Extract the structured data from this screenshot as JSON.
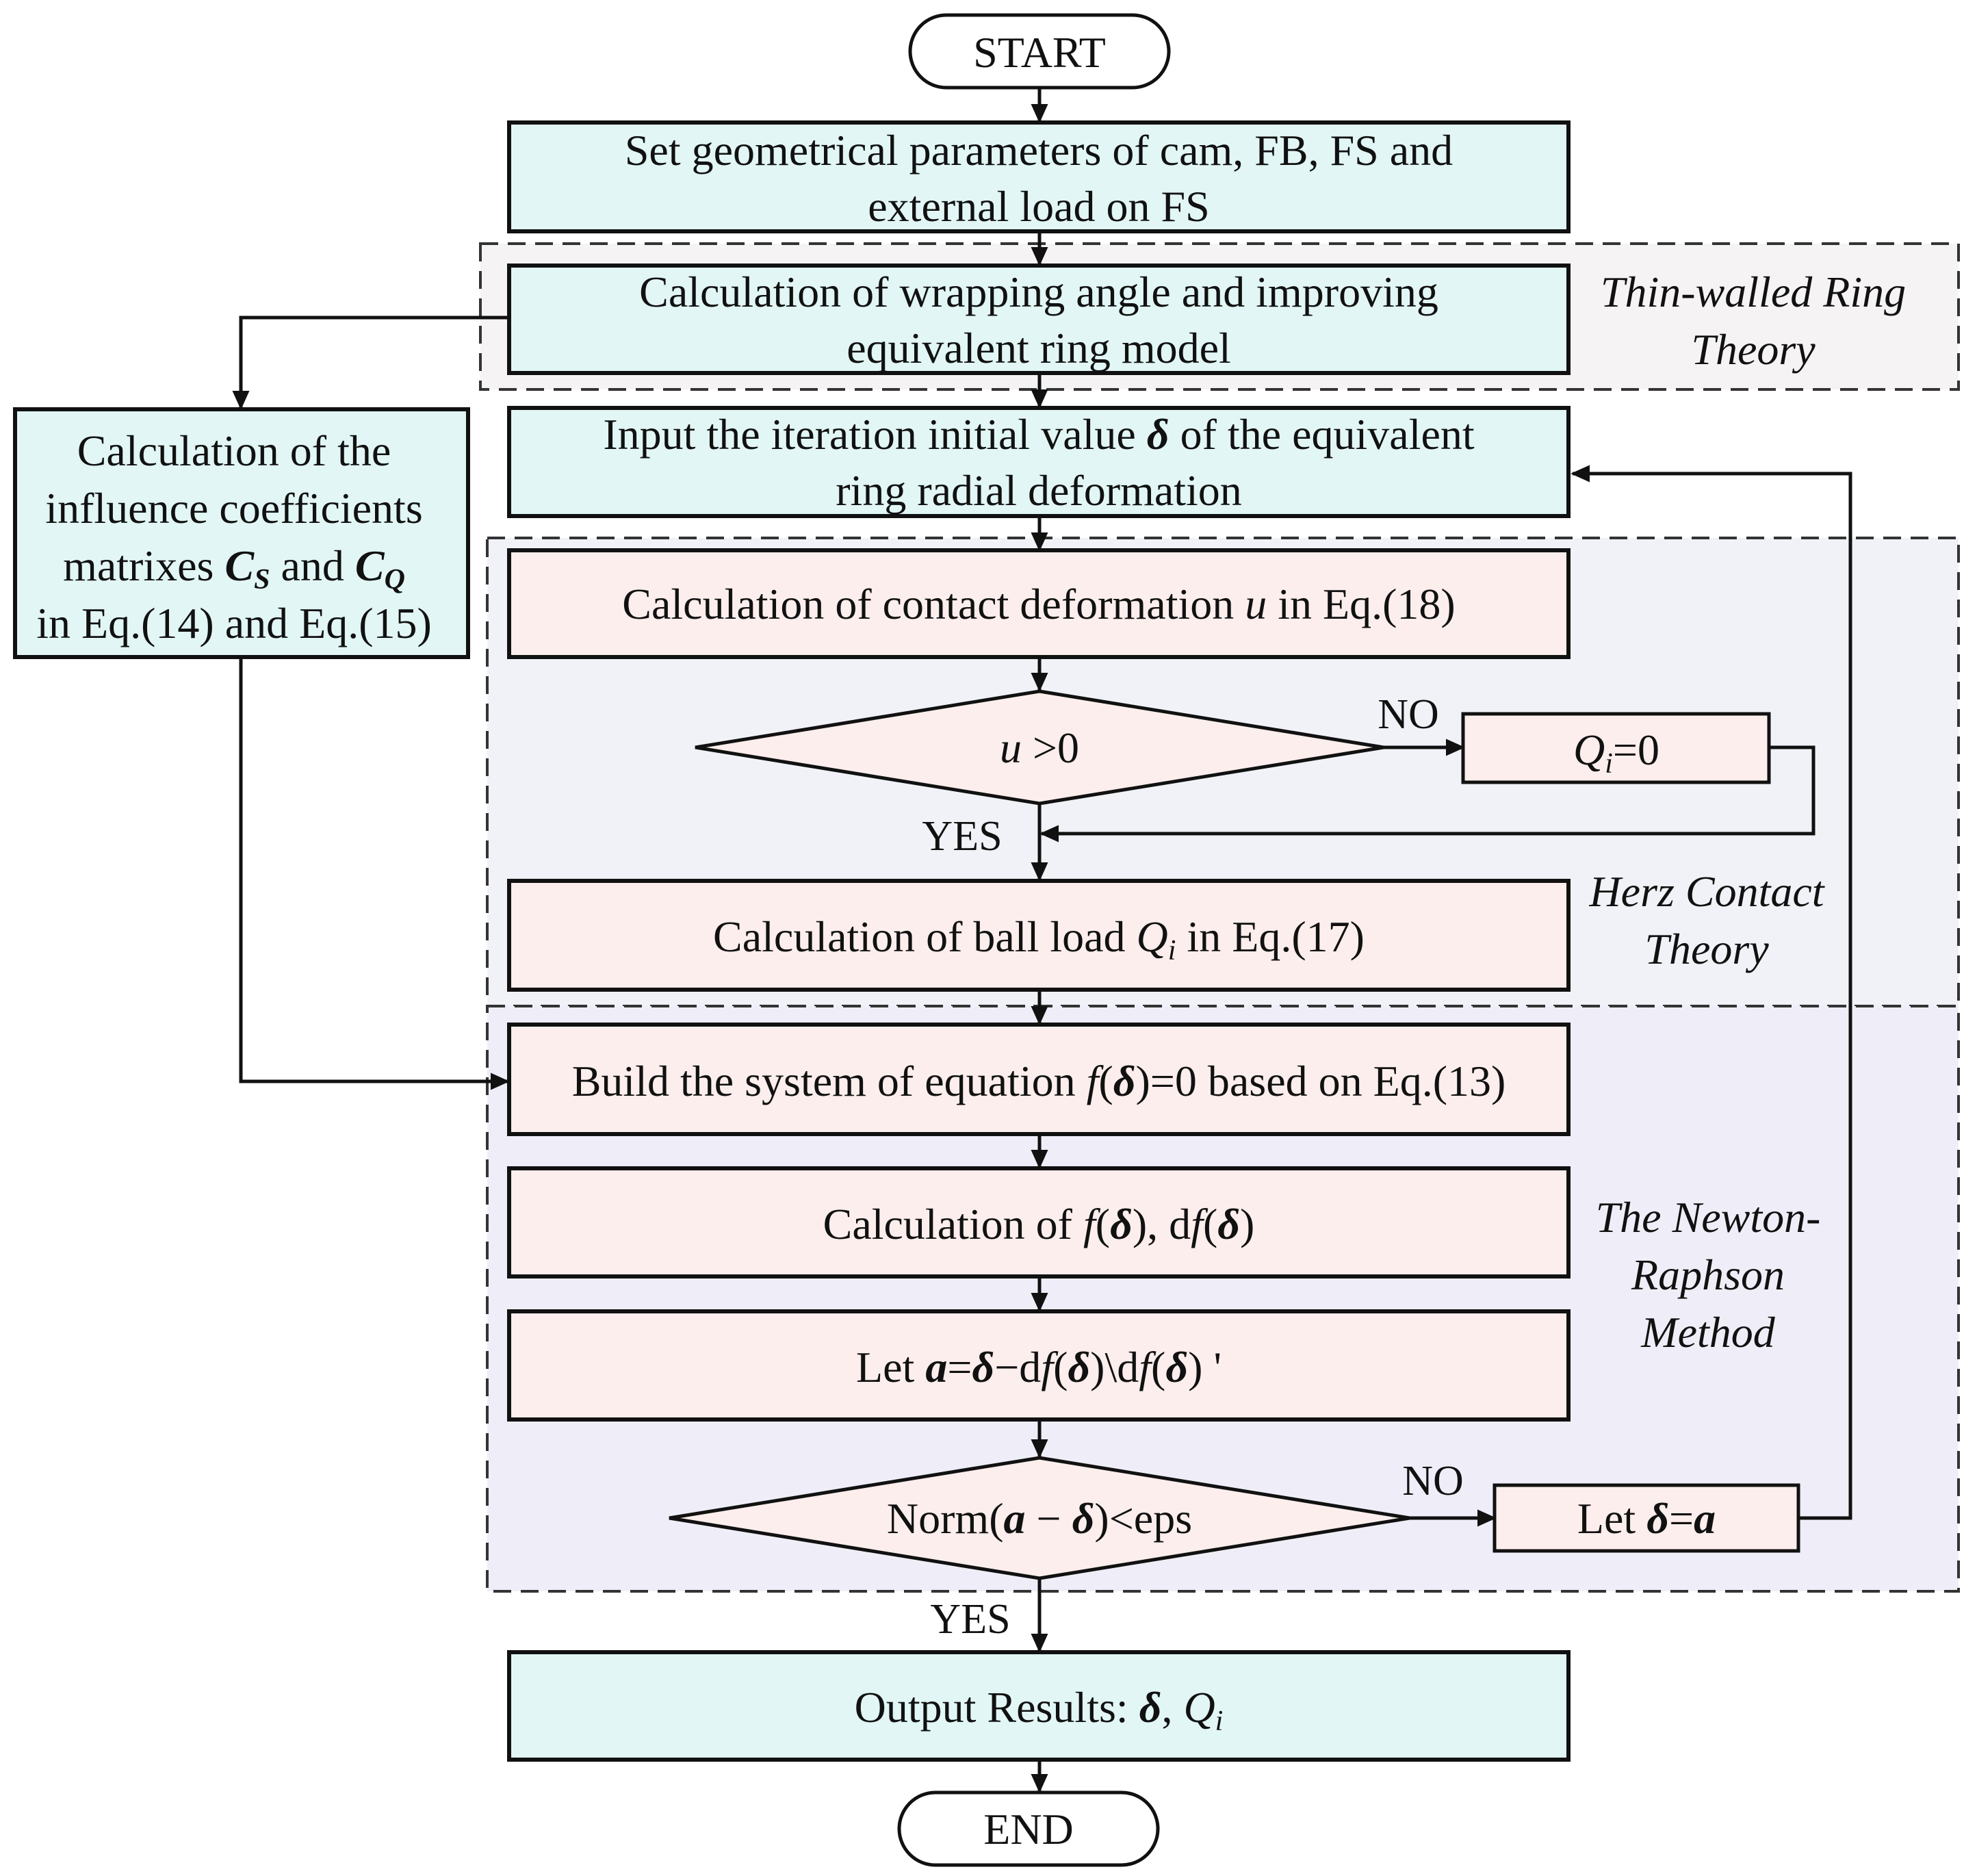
{
  "nodes": {
    "start": "START",
    "set_params": {
      "line1": "Set  geometrical parameters of cam, FB, FS and",
      "line2": "external load on FS"
    },
    "wrap_angle": {
      "line1": "Calculation of wrapping angle and improving",
      "line2": "equivalent ring model"
    },
    "input_initial": {
      "line1_a": "Input the iteration initial value ",
      "delta": "δ",
      "line1_b": " of the equivalent",
      "line2": "ring radial deformation"
    },
    "influence": {
      "line1": "Calculation of the",
      "line2": "influence coefficients",
      "line3_a": "matrixes ",
      "cs": "C",
      "cs_sub": "S",
      "line3_b": " and ",
      "cq": "C",
      "cq_sub": "Q",
      "line4": "in Eq.(14) and Eq.(15)"
    },
    "contact_def": {
      "a": "Calculation of contact deformation ",
      "u": "u",
      "b": " in Eq.(18)"
    },
    "decision_u": {
      "u": "u",
      "rest": " >0"
    },
    "qi_zero": {
      "q": "Q",
      "sub": "i",
      "rest": "=0"
    },
    "ball_load": {
      "a": "Calculation of ball load ",
      "q": "Q",
      "sub": "i",
      "b": " in Eq.(17)"
    },
    "build_system": {
      "a": "Build the system of equation ",
      "f": "f",
      "p1": "(",
      "delta": "δ",
      "p2": ")=0 based on Eq.(13)"
    },
    "calc_f": {
      "a": "Calculation of ",
      "f1": "f",
      "p1": "(",
      "d1": "δ",
      "p2": "), d",
      "f2": "f",
      "p3": "(",
      "d2": "δ",
      "p4": ")"
    },
    "let_a": {
      "a": "Let ",
      "av": "a",
      "eq": "=",
      "d1": "δ",
      "m": "−d",
      "f1": "f",
      "p1": "(",
      "d2": "δ",
      "p2": ")\\d",
      "f2": "f",
      "p3": "(",
      "d3": "δ",
      "p4": ") '"
    },
    "decision_norm": {
      "a": "Norm(",
      "av": "a",
      "m": " − ",
      "d": "δ",
      "b": ")<eps"
    },
    "let_delta": {
      "a": "Let ",
      "d": "δ",
      "eq": "=",
      "av": "a"
    },
    "output": {
      "a": "Output Results: ",
      "d": "δ",
      "c": ", ",
      "q": "Q",
      "sub": "i"
    },
    "end": "END"
  },
  "edge_labels": {
    "no1": "NO",
    "yes1": "YES",
    "no2": "NO",
    "yes2": "YES"
  },
  "group_labels": {
    "thin_walled": {
      "line1": "Thin-walled Ring",
      "line2": "Theory"
    },
    "herz": {
      "line1": "Herz Contact",
      "line2": "Theory"
    },
    "newton": {
      "line1": "The Newton-",
      "line2": "Raphson",
      "line3": "Method"
    }
  },
  "colors": {
    "teal_fill": "#e1f6f5",
    "pink_fill": "#fbeeec",
    "thin_group_fill": "#f5f3f3",
    "herz_group_fill": "#f1f2f7",
    "newton_group_fill": "#efeef8",
    "stroke": "#111111"
  }
}
